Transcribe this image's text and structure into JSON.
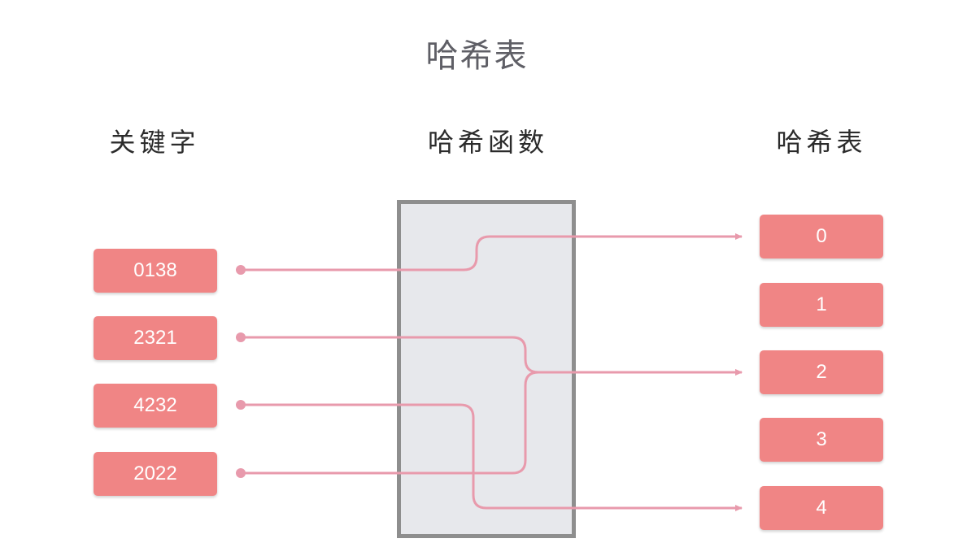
{
  "title": "哈希表",
  "headers": {
    "keys": "关键字",
    "function": "哈希函数",
    "table": "哈希表"
  },
  "keys": [
    "0138",
    "2321",
    "4232",
    "2022"
  ],
  "slots": [
    "0",
    "1",
    "2",
    "3",
    "4"
  ],
  "mappings": [
    {
      "key": "0138",
      "slot": "0"
    },
    {
      "key": "2321",
      "slot": "2"
    },
    {
      "key": "4232",
      "slot": "4"
    },
    {
      "key": "2022",
      "slot": "2"
    }
  ],
  "colors": {
    "box": "#f08585",
    "line": "#e89aac",
    "function_fill": "#e7e8ec",
    "function_border": "#8e8e8e"
  }
}
